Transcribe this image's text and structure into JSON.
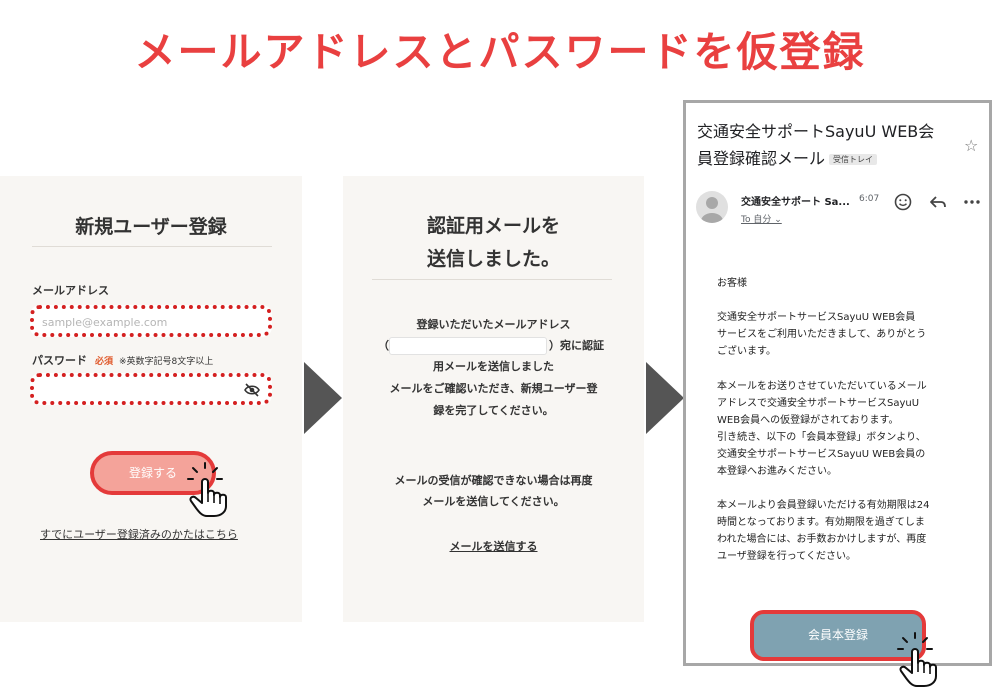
{
  "title": "メールアドレスとパスワードを仮登録",
  "step1": {
    "heading": "新規ユーザー登録",
    "email_label": "メールアドレス",
    "email_placeholder": "sample@example.com",
    "password_label": "パスワード",
    "required_badge": "必須",
    "password_hint": "※英数字記号8文字以上",
    "register_button": "登録する",
    "login_link": "すでにユーザー登録済みのかたはこちら"
  },
  "step2": {
    "heading_line1": "認証用メールを",
    "heading_line2": "送信しました。",
    "msg_line1": "登録いただいたメールアドレス",
    "msg_paren_open": "（",
    "msg_line2_tail": "）宛に認証",
    "msg_line3": "用メールを送信しました",
    "msg_line4": "メールをご確認いただき、新規ユーザー登",
    "msg_line5": "録を完了してください。",
    "note_line1": "メールの受信が確認できない場合は再度",
    "note_line2": "メールを送信してください。",
    "resend_link": "メールを送信する"
  },
  "step3": {
    "subject_line1": "交通安全サポートSayuU WEB会",
    "subject_line2": "員登録確認メール",
    "inbox_badge": "受信トレイ",
    "sender": "交通安全サポート Sa...",
    "time": "6:07",
    "to_label": "To 自分 ⌄",
    "greeting": "お客様",
    "para1_line1": "交通安全サポートサービスSayuU WEB会員",
    "para1_line2": "サービスをご利用いただきまして、ありがとう",
    "para1_line3": "ございます。",
    "para2_line1": "本メールをお送りさせていただいているメール",
    "para2_line2": "アドレスで交通安全サポートサービスSayuU",
    "para2_line3": "WEB会員への仮登録がされております。",
    "para2_line4": "引き続き、以下の「会員本登録」ボタンより、",
    "para2_line5": "交通安全サポートサービスSayuU WEB会員の",
    "para2_line6": "本登録へお進みください。",
    "para3_line1": "本メールより会員登録いただける有効期限は24",
    "para3_line2": "時間となっております。有効期限を過ぎてしま",
    "para3_line3": "われた場合には、お手数おかけしますが、再度",
    "para3_line4": "ユーザ登録を行ってください。",
    "confirm_button": "会員本登録"
  },
  "colors": {
    "title_red": "#e94040",
    "highlight_red": "#d42020",
    "register_button_fill": "#f4a39a",
    "confirm_button_fill": "#7fa2b1",
    "panel_bg": "#f8f6f3",
    "arrow": "#555555"
  },
  "icons": {
    "eye": "eye-slash-icon",
    "hand": "pointing-hand-icon",
    "star": "star-icon",
    "emoji": "smiley-icon",
    "reply": "reply-icon",
    "more": "more-dots-icon"
  }
}
